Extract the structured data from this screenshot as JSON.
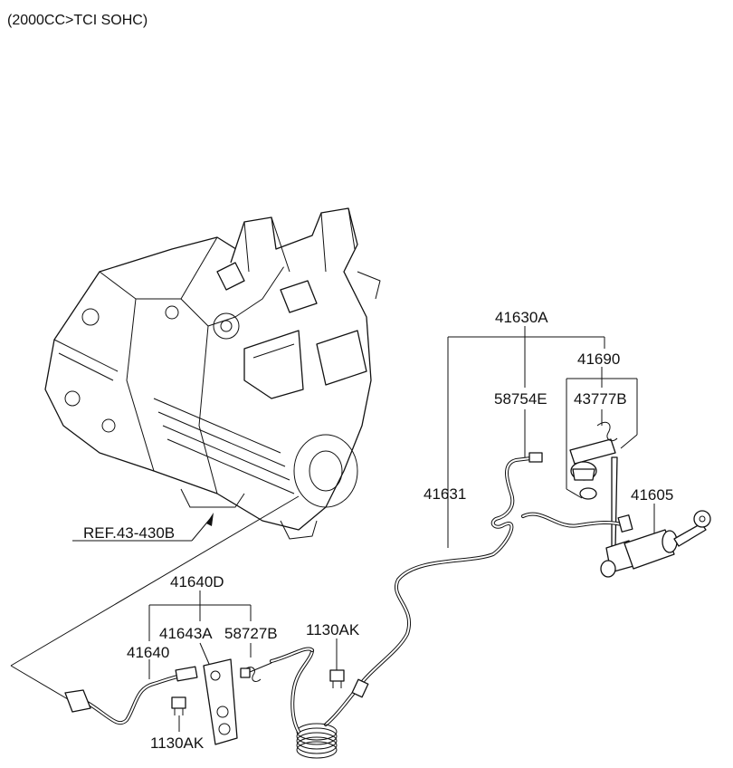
{
  "title": "(2000CC>TCI SOHC)",
  "labels": {
    "ref": "REF.43-430B",
    "p41630A": "41630A",
    "p41690": "41690",
    "p58754E": "58754E",
    "p43777B": "43777B",
    "p41631": "41631",
    "p41605": "41605",
    "p41640D": "41640D",
    "p41643A": "41643A",
    "p58727B": "58727B",
    "p41640": "41640",
    "p1130AK_top": "1130AK",
    "p1130AK_bottom": "1130AK"
  }
}
